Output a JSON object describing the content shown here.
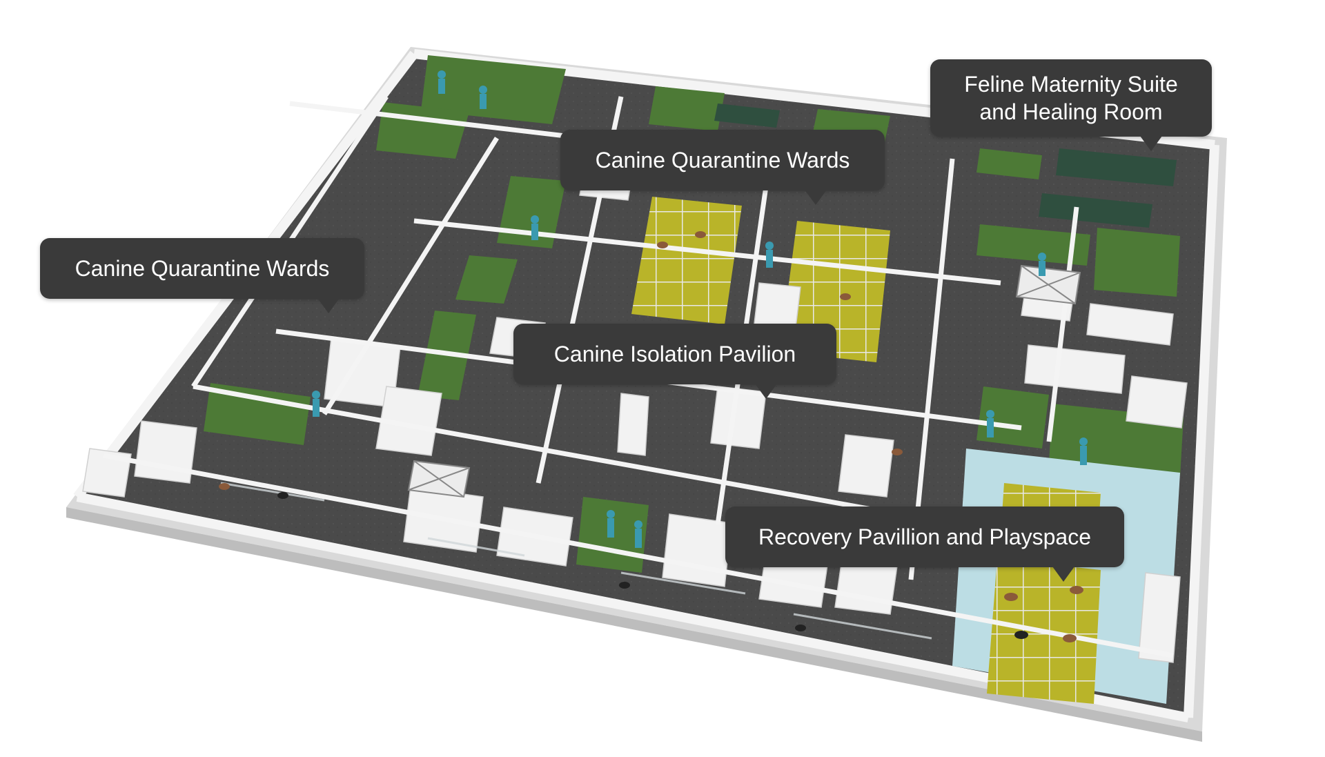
{
  "callouts": {
    "left_quarantine": "Canine Quarantine Wards",
    "center_quarantine": "Canine Quarantine Wards",
    "feline_maternity": "Feline Maternity Suite\nand Healing Room",
    "isolation": "Canine Isolation Pavilion",
    "recovery": "Recovery Pavillion and Playspace"
  },
  "colors": {
    "floor": "#4a4a4a",
    "wall": "#f2f2f2",
    "accent_green": "#4d7a36",
    "kennel_yellow": "#b9b429",
    "light_blue": "#bcdde4",
    "label_bg": "#3a3a3a",
    "label_text": "#ffffff"
  }
}
